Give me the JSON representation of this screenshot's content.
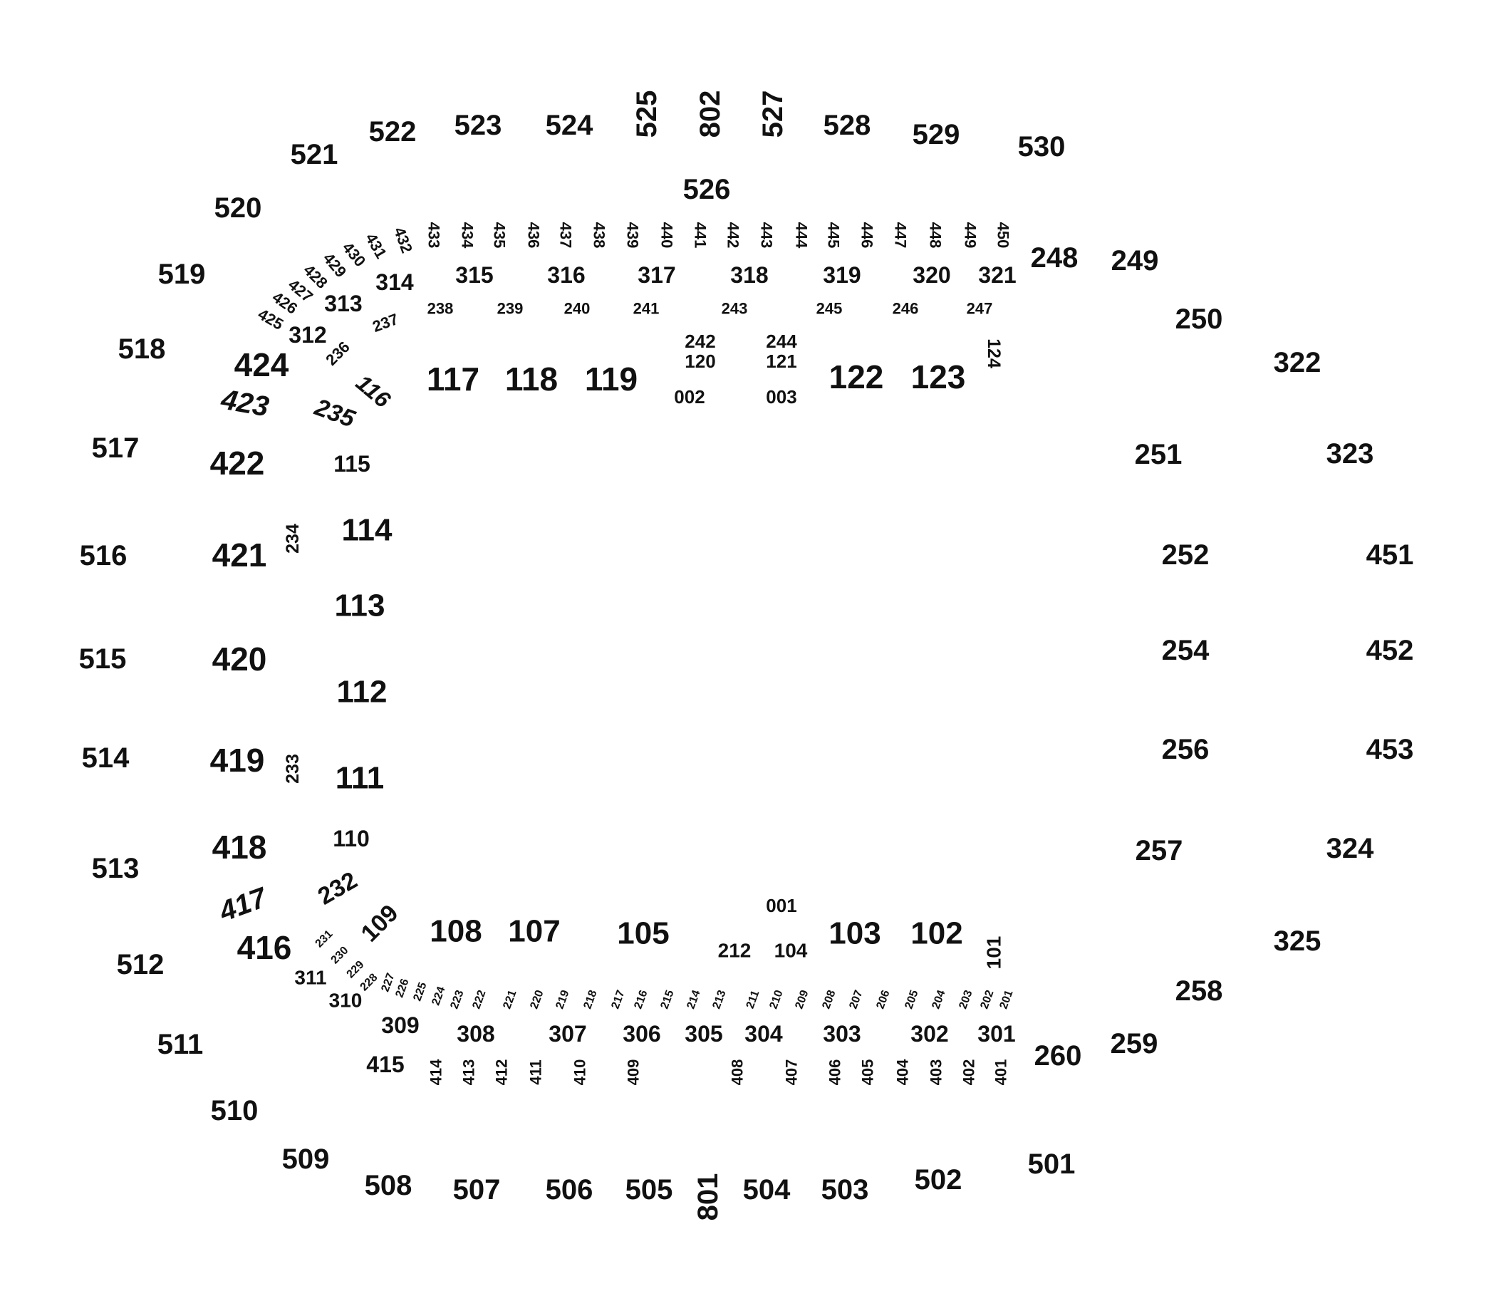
{
  "colors": {
    "background": "#ffffff",
    "text": "#111111"
  },
  "labels": [
    "525",
    "802",
    "527",
    "522",
    "523",
    "524",
    "528",
    "529",
    "530",
    "521",
    "526",
    "520",
    "519",
    "518",
    "517",
    "516",
    "515",
    "514",
    "513",
    "512",
    "511",
    "510",
    "509",
    "508",
    "507",
    "506",
    "505",
    "801",
    "504",
    "503",
    "502",
    "501",
    "248",
    "249",
    "250",
    "322",
    "251",
    "323",
    "252",
    "451",
    "254",
    "452",
    "256",
    "453",
    "257",
    "324",
    "325",
    "258",
    "259",
    "260",
    "314",
    "315",
    "316",
    "317",
    "318",
    "319",
    "320",
    "321",
    "313",
    "312",
    "424",
    "423",
    "422",
    "421",
    "420",
    "419",
    "418",
    "417",
    "416",
    "238",
    "239",
    "240",
    "241",
    "243",
    "245",
    "246",
    "247",
    "237",
    "236",
    "116",
    "235",
    "124",
    "242",
    "120",
    "244",
    "121",
    "002",
    "003",
    "117",
    "118",
    "119",
    "122",
    "123",
    "115",
    "114",
    "234",
    "113",
    "112",
    "111",
    "233",
    "110",
    "232",
    "001",
    "109",
    "108",
    "107",
    "105",
    "103",
    "102",
    "212",
    "104",
    "101",
    "311",
    "310",
    "231",
    "230",
    "229",
    "228",
    "309",
    "308",
    "307",
    "306",
    "305",
    "304",
    "303",
    "302",
    "301",
    "415",
    "433",
    "434",
    "435",
    "436",
    "437",
    "438",
    "439",
    "440",
    "441",
    "442",
    "443",
    "444",
    "445",
    "446",
    "447",
    "448",
    "449",
    "450",
    "432",
    "431",
    "430",
    "429",
    "428",
    "427",
    "426",
    "425",
    "227",
    "226",
    "225",
    "224",
    "223",
    "222",
    "221",
    "220",
    "219",
    "218",
    "217",
    "216",
    "215",
    "214",
    "213",
    "211",
    "210",
    "209",
    "208",
    "207",
    "206",
    "205",
    "204",
    "203",
    "202",
    "201",
    "414",
    "413",
    "412",
    "411",
    "410",
    "409",
    "408",
    "407",
    "406",
    "405",
    "404",
    "403",
    "402",
    "401"
  ]
}
